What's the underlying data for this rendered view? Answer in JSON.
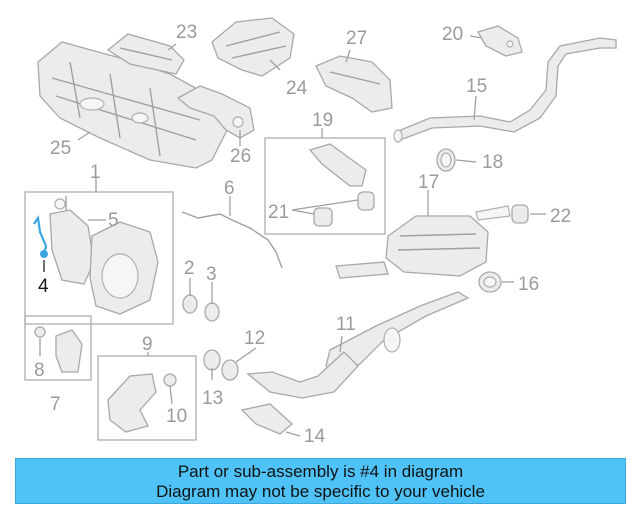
{
  "labels": [
    "1",
    "2",
    "3",
    "4",
    "5",
    "6",
    "7",
    "8",
    "9",
    "10",
    "11",
    "12",
    "13",
    "14",
    "15",
    "16",
    "17",
    "18",
    "19",
    "20",
    "21",
    "22",
    "23",
    "24",
    "25",
    "26",
    "27"
  ],
  "highlight": "4",
  "colors": {
    "banner": "#4fc3f7",
    "highlight": "#3aa6e0",
    "parts": "#a8a8a8"
  },
  "banner": {
    "line1": "Part or sub-assembly is #4 in diagram",
    "line2": "Diagram may not be specific to your vehicle"
  }
}
